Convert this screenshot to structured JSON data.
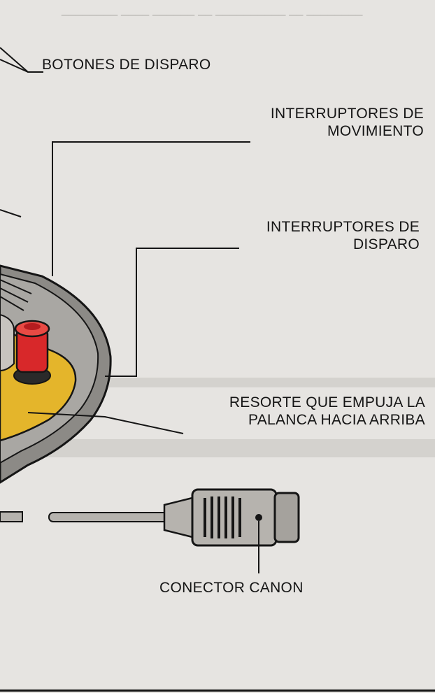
{
  "labels": {
    "trigger_buttons": "BOTONES DE DISPARO",
    "movement_switches": [
      "INTERRUPTORES DE",
      "MOVIMIENTO"
    ],
    "trigger_switches": [
      "INTERRUPTORES DE",
      "DISPARO"
    ],
    "spring": [
      "RESORTE QUE EMPUJA LA",
      "PALANCA HACIA ARRIBA"
    ],
    "connector": "CONECTOR CANON"
  },
  "colors": {
    "paper": "#e6e4e1",
    "ink": "#151515",
    "joystick_body": "#8c8a86",
    "joystick_yellow": "#e4b52b",
    "button_red": "#d8282a",
    "connector_gray": "#b6b3ae"
  }
}
